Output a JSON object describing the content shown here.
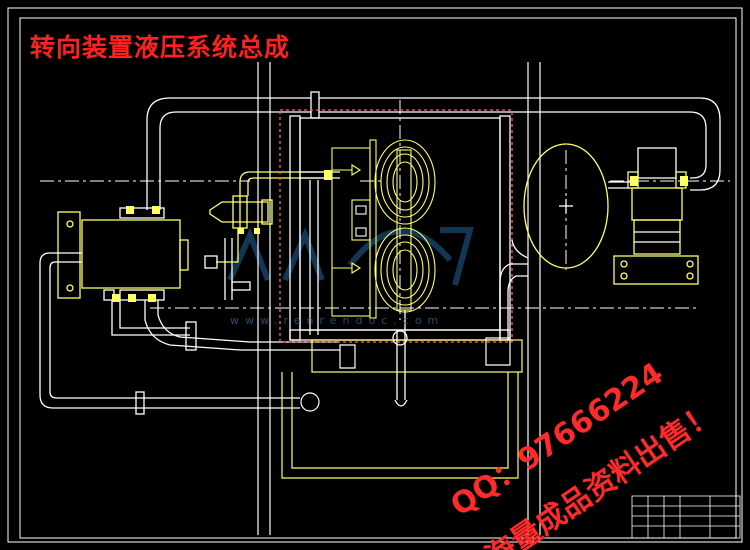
{
  "title": "转向装置液压系统总成",
  "watermark": {
    "site": "www.renrendoc.com",
    "contact": "QQ：97666224",
    "sale": "海量成品资料出售！"
  },
  "colors": {
    "background": "#000000",
    "line": "#ffffff",
    "component": "#ffff66",
    "title": "#ff2020"
  }
}
